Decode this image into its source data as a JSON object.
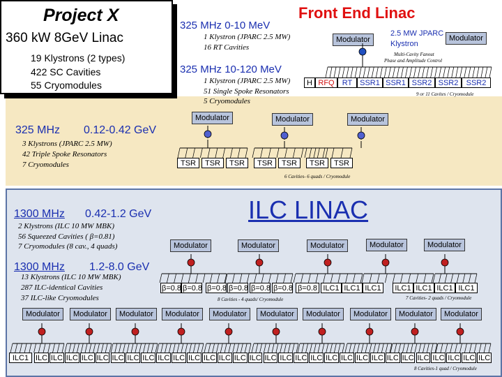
{
  "project": {
    "title": "Project X",
    "subtitle": "360 kW  8GeV Linac",
    "lines": [
      "19  Klystrons  (2 types)",
      "422 SC Cavities",
      "55  Cryomodules"
    ]
  },
  "front_end": {
    "title": "Front End Linac",
    "sec1_freq": "325 MHz  0-10 MeV",
    "sec1_notes": [
      "1 Klystron (JPARC 2.5 MW)",
      "16 RT Cavities"
    ],
    "modulator": "Modulator",
    "jparc": [
      "2.5 MW JPARC",
      "Klystron"
    ],
    "modulator2": "Modulator",
    "multi_cavity": [
      "Multi-Cavity Fanout",
      "Phase and Amplitude Control"
    ],
    "sec2_freq": "325 MHz  10-120 MeV",
    "sec2_notes": [
      "1 Klystron (JPARC 2.5 MW)",
      "51 Single Spoke Resonators",
      "5 Cryomodules"
    ],
    "chain": [
      "H",
      "RFQ",
      "RT",
      "SSR1",
      "SSR1",
      "SSR2",
      "SSR2",
      "SSR2"
    ],
    "chain_note": "9 or 11 Cavites / Cryomodule"
  },
  "tsr": {
    "freq": "325 MHz",
    "range": "0.12-0.42 GeV",
    "notes": [
      "3 Klystrons (JPARC 2.5 MW)",
      "42 Triple Spoke Resonators",
      "7 Cryomodules"
    ],
    "modulators": [
      "Modulator",
      "Modulator",
      "Modulator"
    ],
    "cells": [
      "TSR",
      "TSR",
      "TSR",
      "TSR",
      "TSR",
      "TSR",
      "TSR"
    ],
    "note": "6 Cavities- 6 quads / Cryomodule"
  },
  "ilc": {
    "title": "ILC LINAC",
    "freq1": "1300 MHz",
    "range1": "0.42-1.2 GeV",
    "notes1": [
      "2 Klystrons (ILC 10 MW MBK)",
      "56 Squeezed Cavities ( β=0.81)",
      "7 Cryomodules (8 cav., 4 quads)"
    ],
    "modulators_top": [
      "Modulator",
      "Modulator",
      "Modulator",
      "Modulator",
      "Modulator"
    ],
    "freq2": "1300 MHz",
    "range2": "1.2-8.0 GeV",
    "notes2": [
      "13 Klystrons (ILC 10 MW MBK)",
      "287 ILC-identical Cavities",
      "37 ILC-like Cryomodules"
    ],
    "beta_cells": [
      "β=0.8",
      "β=0.8",
      "β=0.8",
      "β=0.8",
      "β=0.8",
      "β=0.8",
      "β=0.8"
    ],
    "ilc_cells_top": [
      "ILC1",
      "ILC1",
      "ILC1",
      "ILC1",
      "ILC1",
      "ILC1",
      "ILC1"
    ],
    "note_beta": "8 Cavities - 4 quads/ Cryomodule",
    "note_ilc": "7 Cavities- 2 quads / Cryomodule",
    "modulators_bottom": [
      "Modulator",
      "Modulator",
      "Modulator",
      "Modulator",
      "Modulator",
      "Modulator",
      "Modulator",
      "Modulator",
      "Modulator",
      "Modulator"
    ],
    "bottom_first": "ILC1",
    "bottom_cells": [
      "ILC",
      "ILC",
      "ILC",
      "ILC",
      "ILC",
      "ILC",
      "ILC",
      "ILC",
      "ILC",
      "ILC",
      "ILC",
      "ILC",
      "ILC",
      "ILC",
      "ILC",
      "ILC",
      "ILC",
      "ILC",
      "ILC",
      "ILC",
      "ILC",
      "ILC",
      "ILC",
      "ILC",
      "ILC",
      "ILC",
      "ILC",
      "ILC",
      "ILC",
      "ILC"
    ],
    "note_bottom": "8 Cavities-1 quad / Cryomodule"
  },
  "colors": {
    "title_red": "#e01010",
    "freq_blue": "#1a2fb0",
    "ilc_blue": "#1a2fb0",
    "band_tan": "#f6e8c2",
    "band_blue": "#dee4ee",
    "modulator_fill": "#b8c4dc",
    "rfq_red": "#d01010",
    "chain_blue": "#1a2fb0"
  }
}
